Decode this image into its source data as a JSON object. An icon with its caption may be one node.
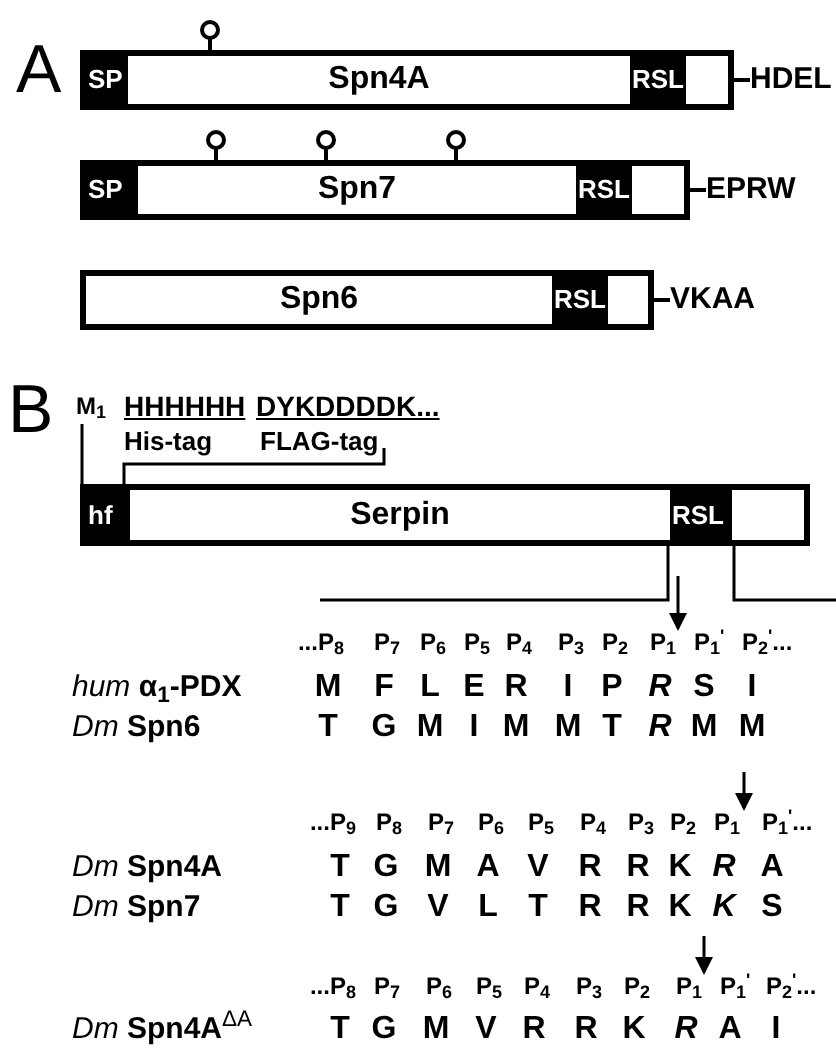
{
  "diagram": {
    "nodes": [
      {
        "text": [
          "Spn4A"
        ],
        "beside": [
          "HDEL"
        ]
      },
      {
        "text": [
          "SP"
        ],
        "in": 0
      },
      {
        "text": [
          "RSL"
        ],
        "in": 0
      },
      {
        "text": [
          "Spn7"
        ],
        "beside": [
          "EPRW"
        ]
      },
      {
        "text": [
          "SP"
        ],
        "in": 3
      },
      {
        "text": [
          "RSL"
        ],
        "in": 3
      },
      {
        "text": [
          "Spn6"
        ],
        "beside": [
          "VKAA"
        ]
      },
      {
        "text": [
          "RSL"
        ],
        "in": 6
      },
      {
        "text": [
          "Serpin"
        ]
      },
      {
        "text": [
          "hf"
        ],
        "in": 8
      },
      {
        "text": [
          "RSL"
        ],
        "in": 8
      }
    ],
    "labels": [
      "A",
      "B",
      "M$_{1}$",
      "HHHHHH",
      "DYKDDDDK...",
      "His-tag",
      "FLAG-tag",
      "...P$_{8}$",
      "P$_{7}$",
      "P$_{6}$",
      "P$_{5}$",
      "P$_{4}$",
      "P$_{3}$",
      "P$_{2}$",
      "P$_{1}$",
      "P$_{1}$$^{'}$",
      "P$_{2}$$^{'}$...",
      "*hum* **α$_{1}$-PDX**",
      "M",
      "F",
      "L",
      "E",
      "R",
      "I",
      "P",
      "*R*",
      "S",
      "I",
      "*Dm* **Spn6**",
      "T",
      "G",
      "M",
      "I",
      "M",
      "M",
      "T",
      "*R*",
      "M",
      "M",
      "...P$_{9}$",
      "P$_{8}$",
      "P$_{7}$",
      "P$_{6}$",
      "P$_{5}$",
      "P$_{4}$",
      "P$_{3}$",
      "P$_{2}$",
      "P$_{1}$",
      "P$_{1}$$^{'}$...",
      "*Dm* **Spn4A**",
      "T",
      "G",
      "M",
      "A",
      "V",
      "R",
      "R",
      "K",
      "*R*",
      "A",
      "*Dm* **Spn7**",
      "T",
      "G",
      "V",
      "L",
      "T",
      "R",
      "R",
      "K",
      "*K*",
      "S",
      "...P$_{8}$",
      "P$_{7}$",
      "P$_{6}$",
      "P$_{5}$",
      "P$_{4}$",
      "P$_{3}$",
      "P$_{2}$",
      "P$_{1}$",
      "P$_{1}$$^{'}$",
      "P$_{2}$$^{'}$...",
      "*Dm* **Spn4A**$^{ΔA}$",
      "T",
      "G",
      "M",
      "V",
      "R",
      "R",
      "K",
      "*R*",
      "A",
      "I"
    ]
  }
}
